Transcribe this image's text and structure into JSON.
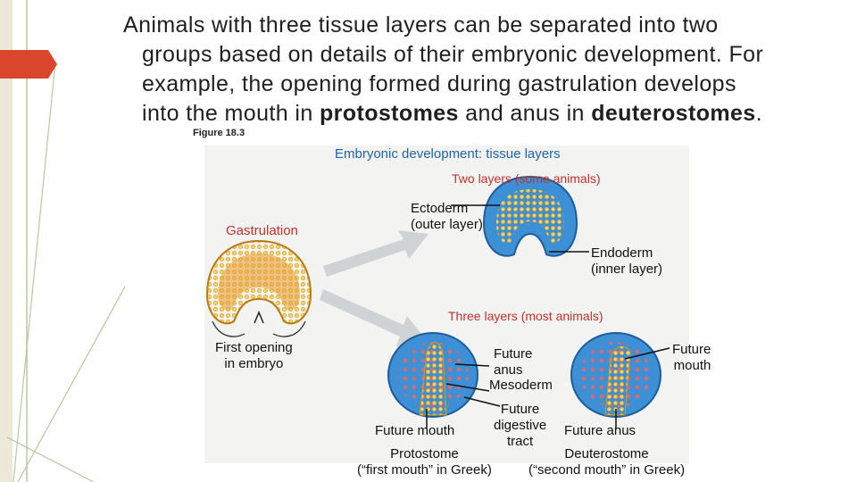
{
  "slide": {
    "text": {
      "line1": "Animals with three tissue layers can be separated into two",
      "line2": "groups based on details of their embryonic development. For",
      "line3": "example, the opening formed during gastrulation develops",
      "line4_pre": "into the mouth in ",
      "line4_term1": "protostomes",
      "line4_mid": " and anus in ",
      "line4_term2": "deuterostomes",
      "line4_post": "."
    },
    "figure_label": "Figure 18.3"
  },
  "figure": {
    "title": "Embryonic development: tissue layers",
    "two_layers_heading": "Two layers (some animals)",
    "three_layers_heading": "Three layers (most animals)",
    "gastrulation": "Gastrulation",
    "ectoderm": [
      "Ectoderm",
      "(outer layer)"
    ],
    "endoderm": [
      "Endoderm",
      "(inner layer)"
    ],
    "first_opening": [
      "First opening",
      "in embryo"
    ],
    "future_anus_top": [
      "Future",
      "anus"
    ],
    "mesoderm": "Mesoderm",
    "future_mouth_top": [
      "Future",
      "mouth"
    ],
    "future_digestive_tract": [
      "Future",
      "digestive",
      "tract"
    ],
    "future_mouth_bottom": "Future mouth",
    "future_anus_bottom": "Future anus",
    "protostome": [
      "Protostome",
      "(“first mouth” in Greek)"
    ],
    "deuterostome": [
      "Deuterostome",
      "(“second mouth” in Greek)"
    ]
  },
  "colors": {
    "accent_red": "#d9462b",
    "deco_green": "#a7b98a",
    "figure_blue": "#1e63a8",
    "ectoderm_blue": "#3d8fd6",
    "endoderm_yellow": "#f1c22c",
    "mesoderm_red": "#e06a6a"
  }
}
